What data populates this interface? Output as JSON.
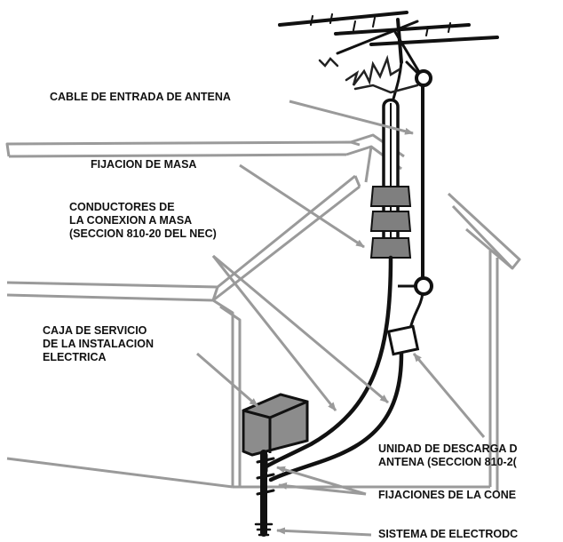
{
  "labels": {
    "cable_entrada": "CABLE DE ENTRADA DE ANTENA",
    "fijacion_masa": "FIJACION DE MASA",
    "conductores": {
      "line1": "CONDUCTORES DE",
      "line2": "LA CONEXION A MASA",
      "line3": "(SECCION 810-20 DEL NEC)"
    },
    "caja_servicio": {
      "line1": "CAJA DE SERVICIO",
      "line2": "DE LA INSTALACION",
      "line3": "ELECTRICA"
    },
    "unidad_descarga": {
      "line1": "UNIDAD DE DESCARGA D",
      "line2": "ANTENA (SECCION 810-2("
    },
    "fijaciones_conexion": "FIJACIONES DE LA CONE",
    "sistema_electrodo": "SISTEMA DE ELECTRODC"
  },
  "colors": {
    "house_outline": "#9a9a9a",
    "arrow": "#9a9a9a",
    "wire": "#111111",
    "clamp": "#7f7f7f",
    "box": "#8c8c8c"
  }
}
